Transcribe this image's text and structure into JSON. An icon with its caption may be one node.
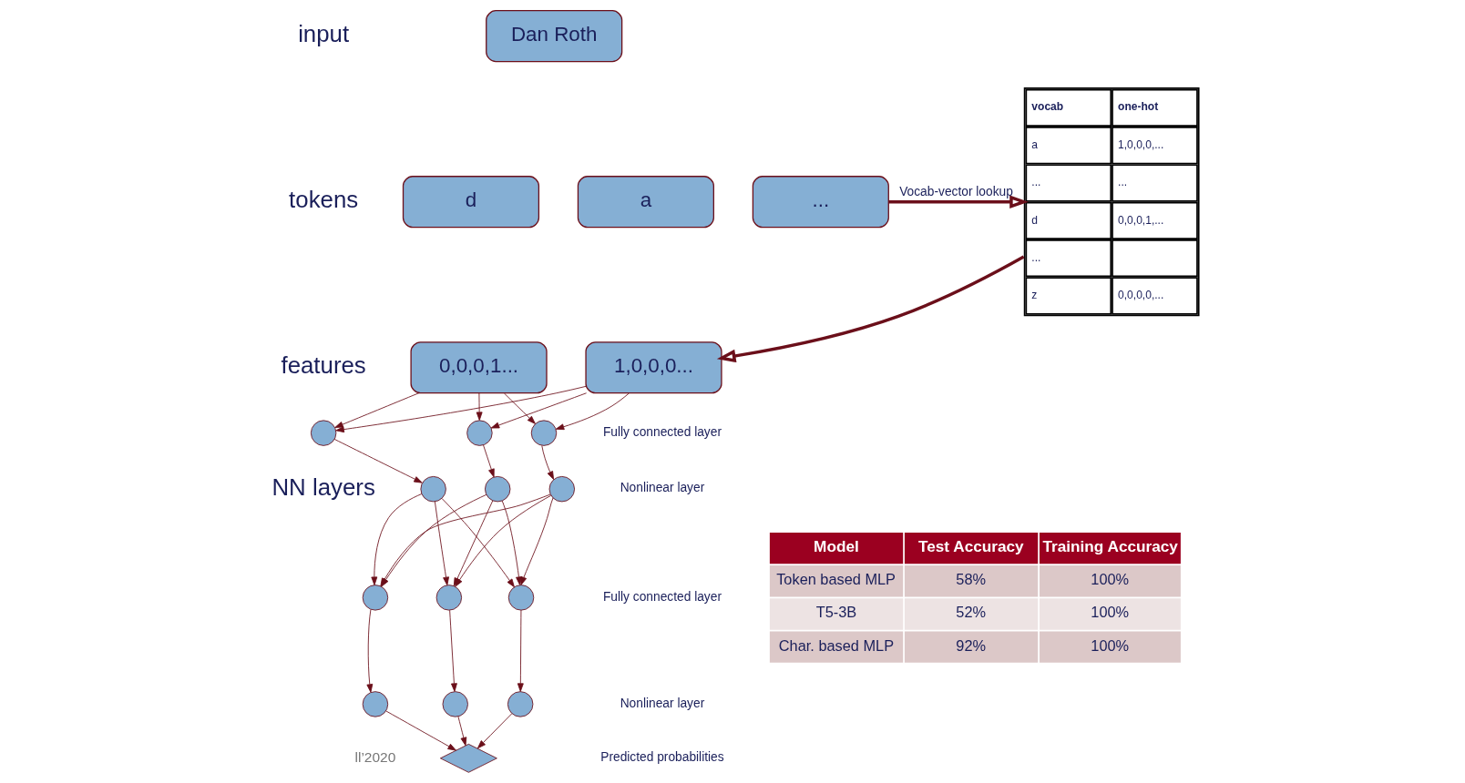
{
  "diagram": {
    "nodes": [
      {
        "text": [
          "Dan Roth"
        ]
      },
      {
        "text": [
          "d"
        ]
      },
      {
        "text": [
          "a"
        ]
      },
      {
        "text": [
          "..."
        ]
      },
      {
        "text": [
          "vocab",
          "one-hot",
          "a",
          "1,0,0,0,...",
          "...",
          "...",
          "d",
          "0,0,0,1,...",
          "...",
          "z",
          "0,0,0,0,..."
        ]
      },
      {
        "text": [
          "0,0,0,1..."
        ]
      },
      {
        "text": [
          "1,0,0,0..."
        ]
      },
      {
        "text": [],
        "shape": "circle"
      },
      {
        "text": [],
        "shape": "circle"
      },
      {
        "text": [],
        "shape": "circle"
      },
      {
        "text": [],
        "shape": "circle"
      },
      {
        "text": [],
        "shape": "circle"
      },
      {
        "text": [],
        "shape": "circle"
      },
      {
        "text": [],
        "shape": "circle"
      },
      {
        "text": [],
        "shape": "circle"
      },
      {
        "text": [],
        "shape": "circle"
      },
      {
        "text": [],
        "shape": "circle"
      },
      {
        "text": [],
        "shape": "circle"
      },
      {
        "text": [],
        "shape": "circle"
      },
      {
        "text": [],
        "shape": "diamond"
      }
    ],
    "edges": [
      {
        "from": 3,
        "to": 4,
        "arrow": "to",
        "label": "Vocab-vector lookup",
        "style": "thick"
      },
      {
        "from": 4,
        "to": 6,
        "arrow": "to",
        "style": "thick"
      },
      {
        "from": 5,
        "to": 7,
        "arrow": "to"
      },
      {
        "from": 5,
        "to": 8,
        "arrow": "to"
      },
      {
        "from": 5,
        "to": 9,
        "arrow": "to"
      },
      {
        "from": 6,
        "to": 7,
        "arrow": "to"
      },
      {
        "from": 6,
        "to": 8,
        "arrow": "to"
      },
      {
        "from": 6,
        "to": 9,
        "arrow": "to"
      },
      {
        "from": 7,
        "to": 10,
        "arrow": "to"
      },
      {
        "from": 8,
        "to": 11,
        "arrow": "to"
      },
      {
        "from": 9,
        "to": 12,
        "arrow": "to"
      },
      {
        "from": 10,
        "to": 13,
        "arrow": "to"
      },
      {
        "from": 10,
        "to": 14,
        "arrow": "to"
      },
      {
        "from": 10,
        "to": 15,
        "arrow": "to"
      },
      {
        "from": 11,
        "to": 13,
        "arrow": "to"
      },
      {
        "from": 11,
        "to": 14,
        "arrow": "to"
      },
      {
        "from": 11,
        "to": 15,
        "arrow": "to"
      },
      {
        "from": 12,
        "to": 13,
        "arrow": "to"
      },
      {
        "from": 12,
        "to": 14,
        "arrow": "to"
      },
      {
        "from": 12,
        "to": 15,
        "arrow": "to"
      },
      {
        "from": 13,
        "to": 16,
        "arrow": "to"
      },
      {
        "from": 14,
        "to": 17,
        "arrow": "to"
      },
      {
        "from": 15,
        "to": 18,
        "arrow": "to"
      },
      {
        "from": 16,
        "to": 19,
        "arrow": "to"
      },
      {
        "from": 17,
        "to": 19,
        "arrow": "to"
      },
      {
        "from": 18,
        "to": 19,
        "arrow": "to"
      }
    ],
    "labels": [
      "input",
      "tokens",
      "features",
      "NN layers",
      "Fully connected layer",
      "Nonlinear layer",
      "Fully connected layer",
      "Nonlinear layer",
      "Predicted probabilities",
      "Model",
      "Test Accuracy",
      "Training Accuracy",
      "Token based MLP",
      "58%",
      "100%",
      "T5-3B",
      "52%",
      "100%",
      "Char. based MLP",
      "92%",
      "100%",
      "ll’2020"
    ]
  }
}
